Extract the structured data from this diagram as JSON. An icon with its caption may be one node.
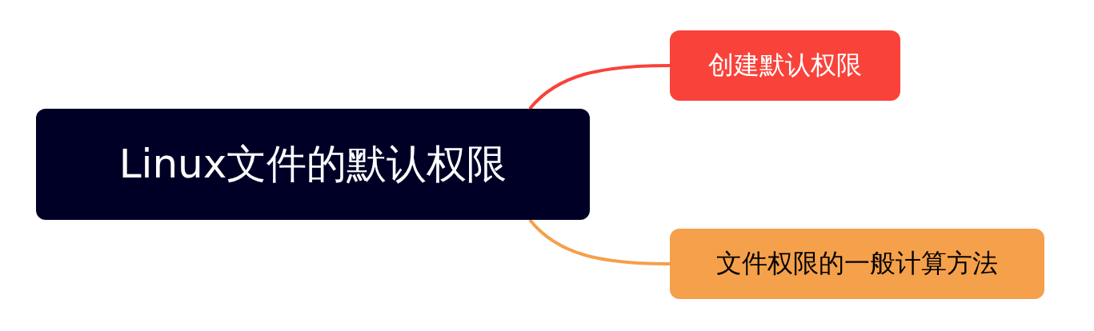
{
  "diagram": {
    "nodes": [
      {
        "text": [
          "Linux文件的默认权限"
        ]
      },
      {
        "text": [
          "创建默认权限"
        ]
      },
      {
        "text": [
          "文件权限的一般计算方法"
        ]
      }
    ],
    "edges": [
      {
        "from": 0,
        "to": 1,
        "arrow": "none",
        "color": "#f9423a"
      },
      {
        "from": 0,
        "to": 2,
        "arrow": "none",
        "color": "#f5a04a"
      }
    ]
  }
}
